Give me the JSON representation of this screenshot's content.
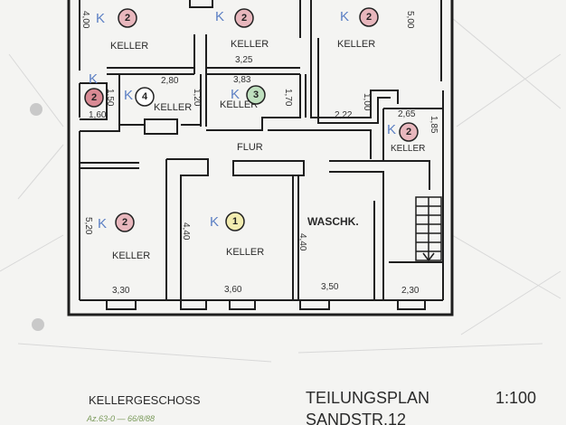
{
  "rooms": [
    {
      "label": "KELLER"
    },
    {
      "label": "KELLER"
    },
    {
      "label": "KELLER"
    },
    {
      "label": "KELLER"
    },
    {
      "label": "KELLER"
    },
    {
      "label": "KELLER"
    },
    {
      "label": "KELLER"
    },
    {
      "label": "KELLER"
    },
    {
      "label": "FLUR"
    },
    {
      "label": "WASCHK."
    }
  ],
  "unit_markers": [
    {
      "k": "K",
      "number": "2",
      "color": "#e8b7bd"
    },
    {
      "k": "K",
      "number": "2",
      "color": "#e8b7bd"
    },
    {
      "k": "K",
      "number": "2",
      "color": "#e8b7bd"
    },
    {
      "k": "K",
      "number": "2",
      "color": "#d98a94"
    },
    {
      "k": "K",
      "number": "4",
      "color": "#ffffff"
    },
    {
      "k": "K",
      "number": "3",
      "color": "#bfe0bf"
    },
    {
      "k": "K",
      "number": "2",
      "color": "#e8b7bd"
    },
    {
      "k": "K",
      "number": "2",
      "color": "#e8b7bd"
    },
    {
      "k": "K",
      "number": "1",
      "color": "#f2ecb0"
    }
  ],
  "dimensions": [
    "4,00",
    "5,00",
    "3,25",
    "2,80",
    "3,83",
    "1,20",
    "1,70",
    "1,50",
    "1,00",
    "2,22",
    "1,60",
    "2,65",
    "1,85",
    "5,20",
    "4,40",
    "4,40",
    "3,30",
    "3,60",
    "3,50",
    "2,30"
  ],
  "title_block": {
    "floor": "KELLERGESCHOSS",
    "annotation": "Az.63-0 — 66/8/88",
    "plan_title": "TEILUNGSPLAN",
    "scale": "1:100",
    "address": "SANDSTR.12"
  }
}
